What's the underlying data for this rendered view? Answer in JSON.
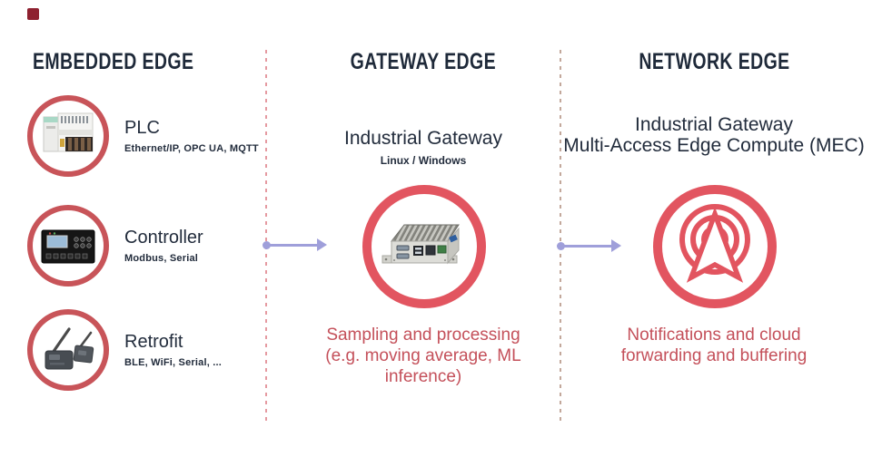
{
  "embedded": {
    "heading": "EMBEDDED EDGE",
    "items": [
      {
        "title": "PLC",
        "subtitle": "Ethernet/IP, OPC UA, MQTT",
        "icon": "plc-device-icon"
      },
      {
        "title": "Controller",
        "subtitle": "Modbus, Serial",
        "icon": "controller-device-icon"
      },
      {
        "title": "Retrofit",
        "subtitle": "BLE, WiFi, Serial, ...",
        "icon": "retrofit-device-icon"
      }
    ]
  },
  "gateway": {
    "heading": "GATEWAY EDGE",
    "title": "Industrial Gateway",
    "subtitle": "Linux / Windows",
    "icon": "industrial-pc-icon",
    "note_lines": [
      "Sampling and processing",
      "(e.g. moving average, ML",
      "inference)"
    ]
  },
  "network": {
    "heading": "NETWORK EDGE",
    "title_lines": [
      "Industrial Gateway",
      "Multi-Access Edge Compute (MEC)"
    ],
    "icon": "broadcast-antenna-icon",
    "note_lines": [
      "Notifications and cloud",
      "forwarding and buffering"
    ]
  },
  "colors": {
    "heading_navy": "#1e2939",
    "body_text": "#222c3c",
    "accent_red_text": "#c4505a",
    "ring_small": "#c85459",
    "ring_large": "#e25560",
    "arrow_lavender": "#9f9fda",
    "divider_left": "#e59aa1",
    "divider_right": "#c3a89b",
    "brand_square": "#8e2130"
  }
}
